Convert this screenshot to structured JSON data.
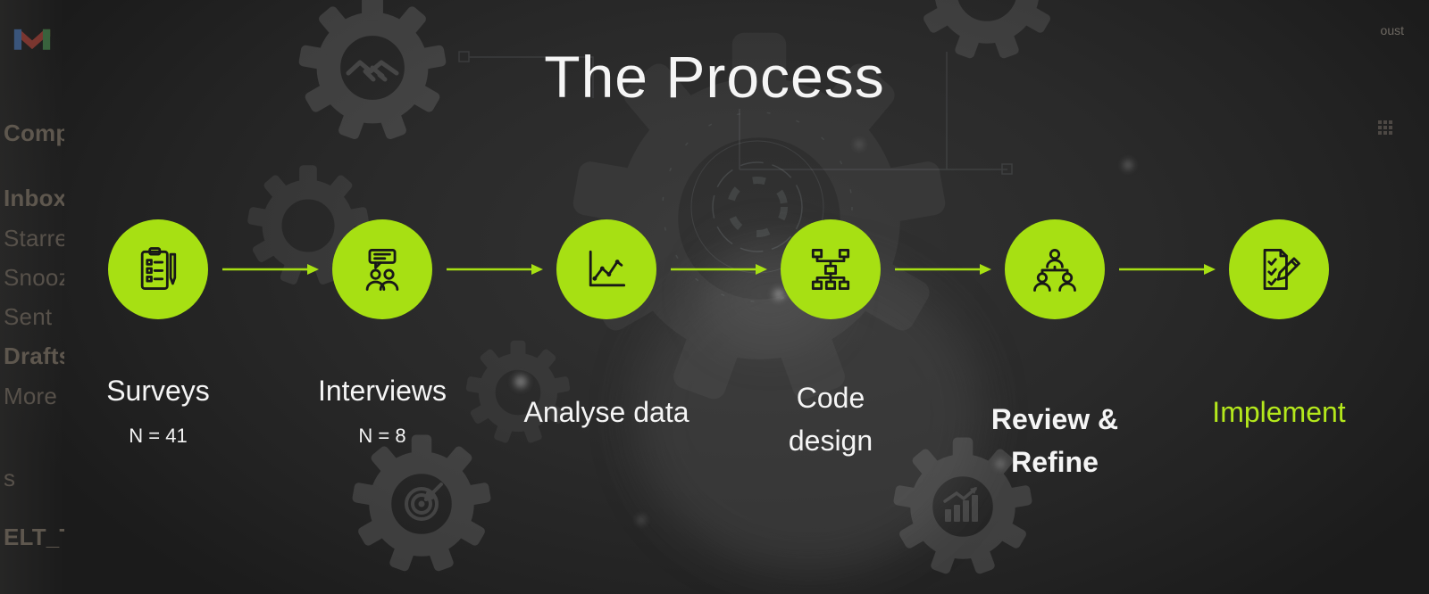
{
  "slide": {
    "title": "The Process",
    "steps": [
      {
        "label": "Surveys",
        "lines": [
          "Surveys"
        ],
        "sublabel": "N = 41",
        "icon": "clipboard-survey-icon"
      },
      {
        "label": "Interviews",
        "lines": [
          "Interviews"
        ],
        "sublabel": "N = 8",
        "icon": "interview-speech-people-icon"
      },
      {
        "label": "Analyse data",
        "lines": [
          "Analyse data"
        ],
        "sublabel": "",
        "icon": "line-chart-icon"
      },
      {
        "label": "Code design",
        "lines": [
          "Code",
          "design"
        ],
        "sublabel": "",
        "icon": "flowchart-icon"
      },
      {
        "label": "Review & Refine",
        "lines": [
          "Review &",
          "Refine"
        ],
        "sublabel": "",
        "icon": "people-hierarchy-icon"
      },
      {
        "label": "Implement",
        "lines": [
          "Implement"
        ],
        "sublabel": "",
        "icon": "checklist-pencil-icon"
      }
    ]
  },
  "colors": {
    "accent": "#a7e013",
    "accent-text": "#b4e81c",
    "text": "#f5f5f5",
    "icon-ink": "#181818",
    "gmail-text": "#57514a"
  },
  "background": {
    "decor_icons": [
      "gear-icon",
      "handshake-icon",
      "target-icon",
      "bar-chart-growth-icon",
      "circuit-rings",
      "hand-glow"
    ],
    "gmail": {
      "sidebar_items": [
        {
          "label": "Comp",
          "bold": true
        },
        {
          "label": "Inbox",
          "bold": true
        },
        {
          "label": "Starre",
          "bold": false
        },
        {
          "label": "Snooz",
          "bold": false
        },
        {
          "label": "Sent",
          "bold": false
        },
        {
          "label": "Drafts",
          "bold": true
        },
        {
          "label": "More",
          "bold": false
        },
        {
          "label": "s",
          "bold": false
        },
        {
          "label": "ELT_T",
          "bold": true
        }
      ],
      "top_right_text": "oust"
    }
  }
}
